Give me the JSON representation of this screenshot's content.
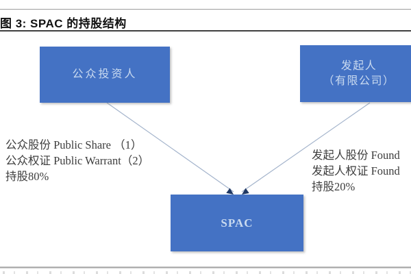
{
  "figure": {
    "title": "图 3: SPAC 的持股结构"
  },
  "nodes": {
    "public_investors": {
      "label": "公众投资人"
    },
    "sponsor": {
      "label_line1": "发起人",
      "label_line2": "（有限公司）"
    },
    "spac": {
      "label": "SPAC"
    }
  },
  "annotations": {
    "left": {
      "line1": "公众股份 Public Share （1）",
      "line2": "公众权证 Public Warrant（2）",
      "line3": "持股80%"
    },
    "right": {
      "line1": "发起人股份 Found",
      "line2": "发起人权证 Found",
      "line3": "持股20%"
    }
  },
  "colors": {
    "box_fill": "#4472C4",
    "box_text": "#C9DAF0",
    "connector": "#A3B3CB",
    "arrowhead": "#1F3864",
    "title_text": "#111111",
    "label_text": "#3D3D3D"
  }
}
